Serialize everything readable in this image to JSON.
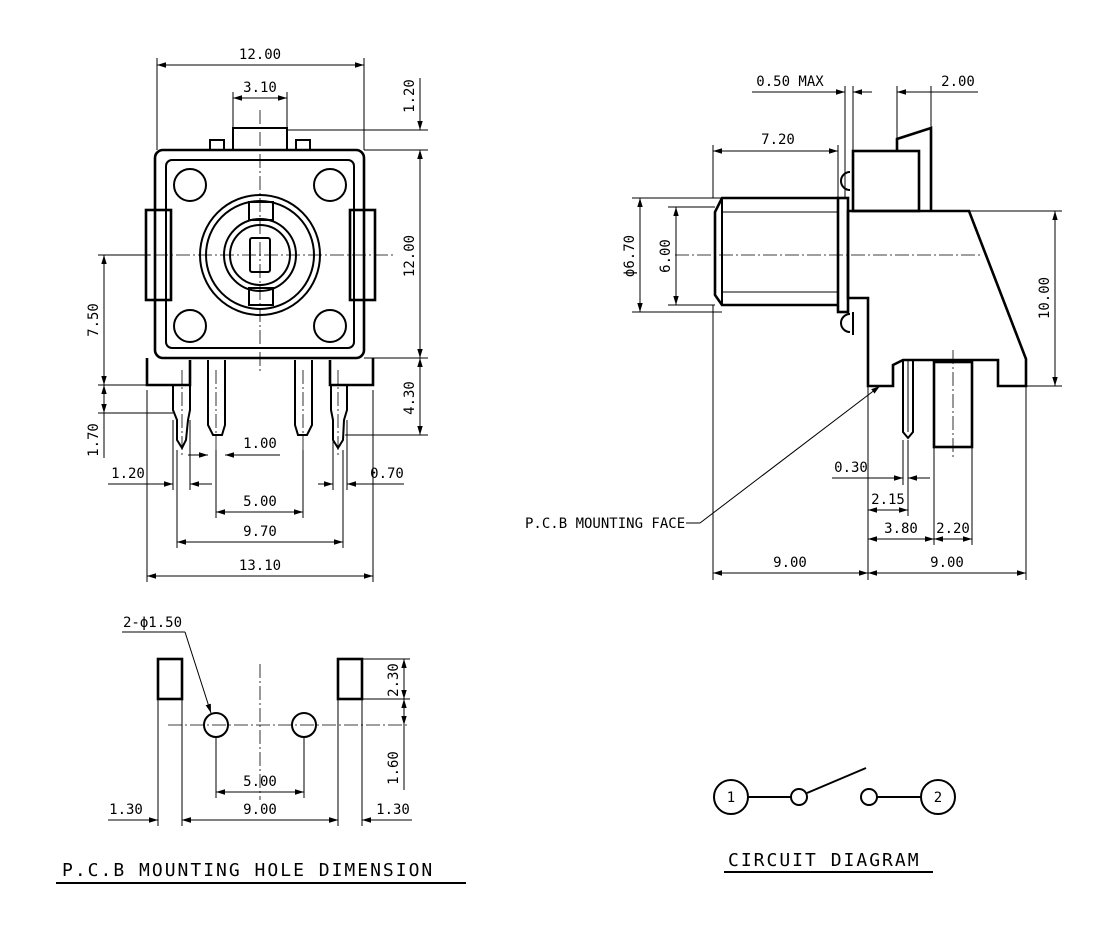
{
  "front_view": {
    "dims": {
      "width_top": "12.00",
      "actuator": "3.10",
      "top_offset": "1.20",
      "height": "12.00",
      "center_to_pin": "7.50",
      "body_to_tip": "4.30",
      "tip": "1.70",
      "pin_width": "1.00",
      "left_pin": "1.20",
      "right_pin": "0.70",
      "pin_pitch": "5.00",
      "outer_pin_pitch": "9.70",
      "overall_width": "13.10"
    }
  },
  "side_view": {
    "dims": {
      "max_offset": "0.50 MAX",
      "tab": "2.00",
      "shaft_length": "7.20",
      "outer_dia": "ϕ6.70",
      "inner_dia": "6.00",
      "body_height": "10.00",
      "lead_thickness": "0.30",
      "lead_offset": "2.15",
      "lead_pitch": "3.80",
      "lead_width": "2.20",
      "left_depth": "9.00",
      "right_depth": "9.00"
    },
    "callout": "P.C.B MOUNTING FACE"
  },
  "pcb_holes": {
    "dims": {
      "holes": "2-ϕ1.50",
      "slot_height": "2.30",
      "slot_to_hole": "1.60",
      "hole_pitch": "5.00",
      "slot_pitch": "9.00",
      "left_slot": "1.30",
      "right_slot": "1.30"
    },
    "title": "P.C.B MOUNTING HOLE DIMENSION"
  },
  "circuit": {
    "pin1": "1",
    "pin2": "2",
    "title": "CIRCUIT DIAGRAM"
  }
}
